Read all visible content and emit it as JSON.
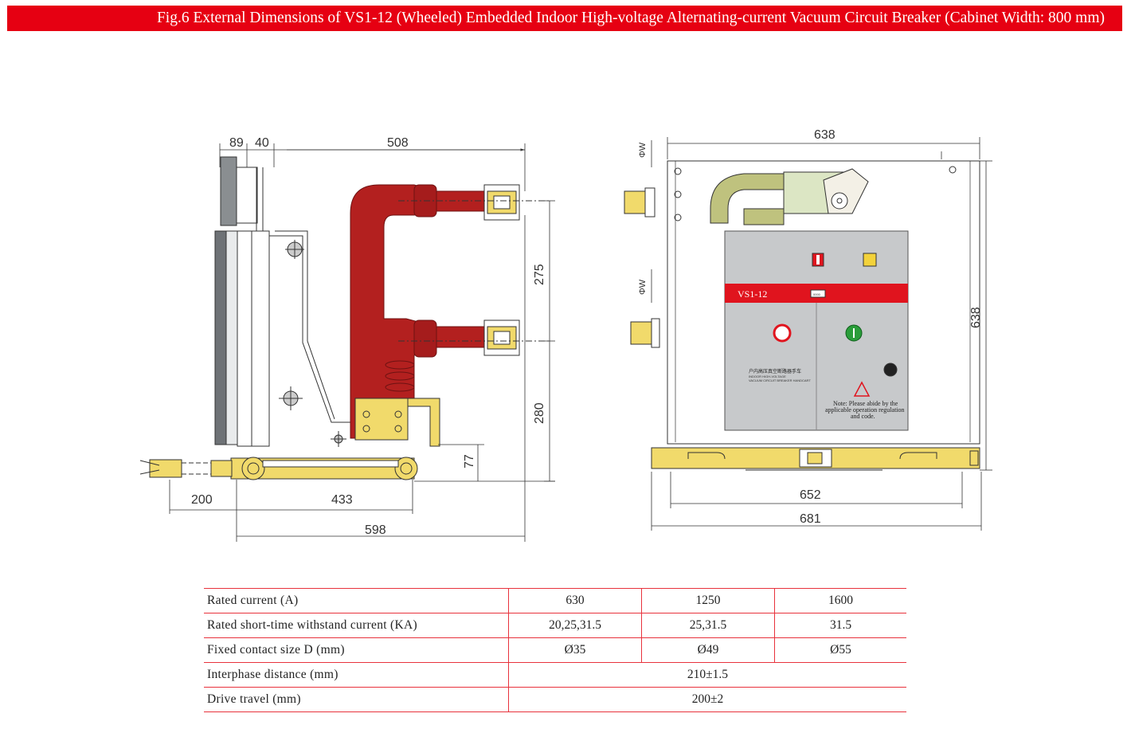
{
  "title": "Fig.6 External Dimensions of VS1-12 (Wheeled) Embedded Indoor High-voltage Alternating-current Vacuum Circuit Breaker (Cabinet Width: 800 mm)",
  "side_view": {
    "dims": {
      "d89": "89",
      "d40": "40",
      "d508": "508",
      "d275": "275",
      "d280": "280",
      "d77": "77",
      "d200": "200",
      "d433": "433",
      "d598": "598"
    }
  },
  "front_view": {
    "dims": {
      "top_width": "638",
      "height": "638",
      "phi_w_top": "ΦW",
      "phi_w_mid": "ΦW",
      "base_inner": "652",
      "base_outer": "681"
    },
    "panel_label": "VS1-12",
    "nameplate_title": "户内高压真空断路器手车",
    "nameplate_sub1": "INDOOR HIGH-VOLTAGE",
    "nameplate_sub2": "VACUUM CIRCUIT BREAKER HANDCART",
    "note": [
      "Note: Please abide by the",
      "applicable operation regulation",
      "and code."
    ],
    "counter": "0000",
    "colors": {
      "body": "#b3201f",
      "panel": "#c7c9cb",
      "band": "#e0141e",
      "base": "#f1da6b"
    }
  },
  "table": {
    "rows": [
      {
        "label": "Rated current (A)",
        "values": [
          "630",
          "1250",
          "1600"
        ]
      },
      {
        "label": "Rated short-time withstand current (KA)",
        "values": [
          "20,25,31.5",
          "25,31.5",
          "31.5"
        ]
      },
      {
        "label": "Fixed contact size D (mm)",
        "values": [
          "Ø35",
          "Ø49",
          "Ø55"
        ]
      },
      {
        "label": "Interphase distance (mm)",
        "values": [
          "210±1.5"
        ]
      },
      {
        "label": "Drive travel (mm)",
        "values": [
          "200±2"
        ]
      }
    ]
  },
  "colors": {
    "accent": "#e60012",
    "rule": "#e8323c"
  }
}
